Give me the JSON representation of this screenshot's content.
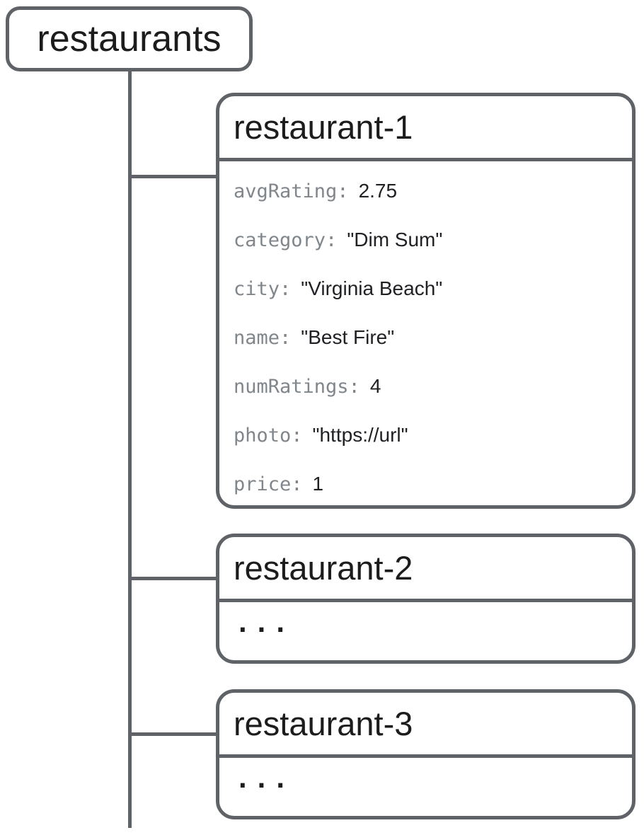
{
  "diagram": {
    "type": "tree",
    "colors": {
      "line_and_border": "#5f6368",
      "key_text": "#80868b",
      "value_text": "#202124",
      "title_text": "#1c1c1c",
      "background": "#ffffff"
    },
    "root": {
      "label": "restaurants"
    },
    "children": [
      {
        "title": "restaurant-1",
        "fields": [
          {
            "key": "avgRating:",
            "value": "2.75"
          },
          {
            "key": "category:",
            "value": "\"Dim Sum\""
          },
          {
            "key": "city:",
            "value": "\"Virginia Beach\""
          },
          {
            "key": "name:",
            "value": "\"Best Fire\""
          },
          {
            "key": "numRatings:",
            "value": "4"
          },
          {
            "key": "photo:",
            "value": "\"https://url\""
          },
          {
            "key": "price:",
            "value": "1"
          }
        ]
      },
      {
        "title": "restaurant-2",
        "body": "..."
      },
      {
        "title": "restaurant-3",
        "body": "..."
      }
    ]
  }
}
